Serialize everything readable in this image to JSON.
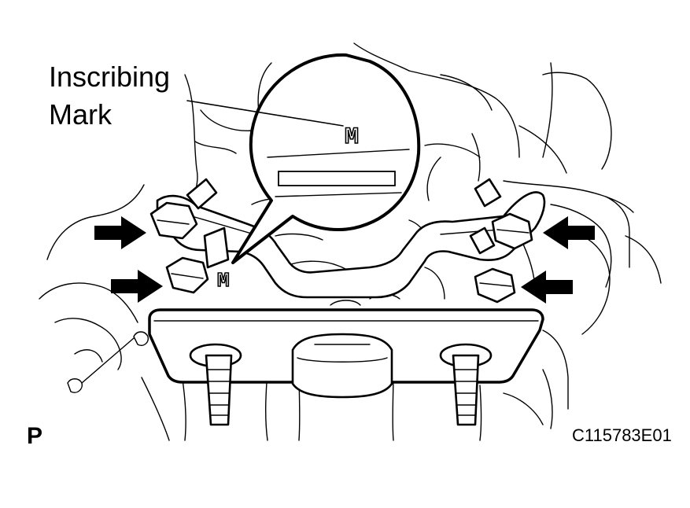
{
  "callout": {
    "line1": "Inscribing",
    "line2": "Mark"
  },
  "mark_letter": "M",
  "view_letter": "P",
  "figure_code": "C115783E01"
}
